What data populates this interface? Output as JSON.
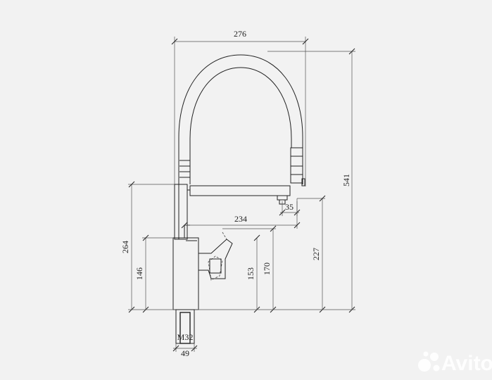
{
  "dimensions": {
    "total_width": "276",
    "total_height": "541",
    "spout_offset": "35",
    "lever_reach": "234",
    "body_height": "264",
    "lever_height": "146",
    "spout_bottom_height": "227",
    "handle_top_height": "170",
    "handle_height": "153",
    "thread": "M32",
    "base_diameter": "49"
  },
  "watermark": {
    "brand": "Avito",
    "logo_icon": "avito-dots-icon",
    "color": "#ffffff"
  },
  "colors": {
    "line": "#222222",
    "background": "#f2f2f2"
  }
}
